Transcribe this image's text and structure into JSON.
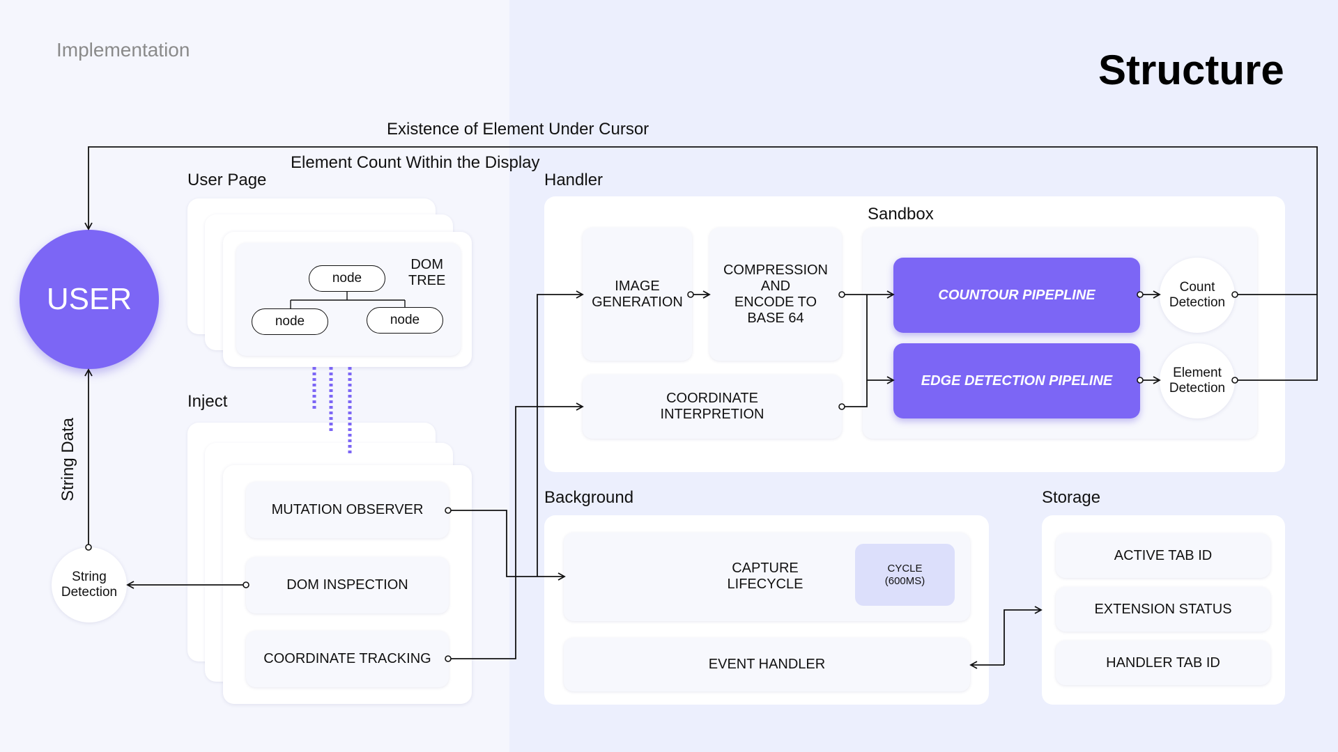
{
  "header": {
    "section": "Implementation",
    "title": "Structure"
  },
  "annotations": {
    "existence": "Existence of Element Under Cursor",
    "count": "Element Count Within the Display",
    "string_data": "String Data"
  },
  "user": {
    "label": "USER"
  },
  "string_detection": {
    "label": "String\nDetection"
  },
  "user_page": {
    "title": "User Page",
    "dom_tree_label": "DOM\nTREE",
    "nodes": [
      "node",
      "node",
      "node"
    ]
  },
  "inject": {
    "title": "Inject",
    "items": [
      "MUTATION OBSERVER",
      "DOM INSPECTION",
      "COORDINATE TRACKING"
    ]
  },
  "handler": {
    "title": "Handler",
    "sandbox_title": "Sandbox",
    "image_generation": "IMAGE\nGENERATION",
    "compression": "COMPRESSION\nAND\nENCODE TO\nBASE 64",
    "coordinate_interpretion": "COORDINATE\nINTERPRETION",
    "contour_pipeline": "COUNTOUR PIPEPLINE",
    "edge_pipeline": "EDGE DETECTION PIPELINE",
    "count_detection": "Count\nDetection",
    "element_detection": "Element\nDetection"
  },
  "background": {
    "title": "Background",
    "capture_lifecycle": "CAPTURE\nLIFECYCLE",
    "cycle": "CYCLE\n(600MS)",
    "event_handler": "EVENT HANDLER"
  },
  "storage": {
    "title": "Storage",
    "items": [
      "ACTIVE TAB ID",
      "EXTENSION STATUS",
      "HANDLER TAB ID"
    ]
  },
  "colors": {
    "accent": "#7c66f5",
    "cycle_bg": "#dcdffb",
    "left_bg": "#f5f6fd",
    "right_bg": "#eceffd"
  }
}
